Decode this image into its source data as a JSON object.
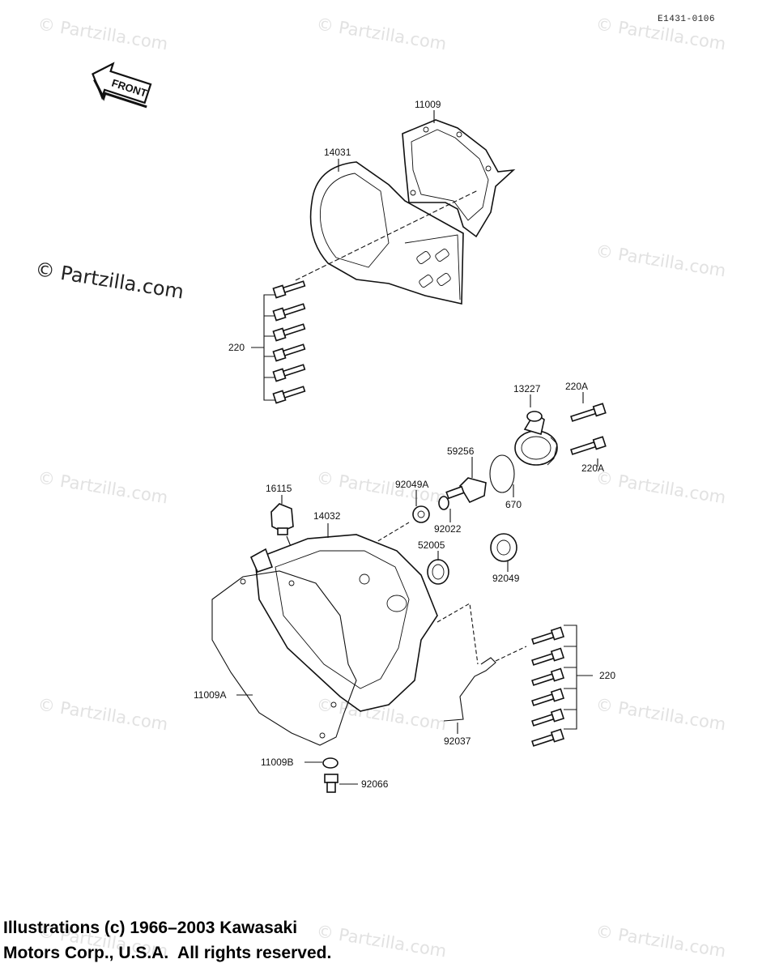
{
  "diagram_code": "E1431-0106",
  "front_label": "FRONT",
  "watermark": "© Partzilla.com",
  "main_watermark": "© Partzilla.com",
  "parts": {
    "p11009": "11009",
    "p14031": "14031",
    "p220_top": "220",
    "p13227": "13227",
    "p220A_top": "220A",
    "p220A_bottom": "220A",
    "p59256": "59256",
    "p16115": "16115",
    "p92049A": "92049A",
    "p14032": "14032",
    "p92022": "92022",
    "p670": "670",
    "p52005": "52005",
    "p92049": "92049",
    "p220_bottom": "220",
    "p11009A": "11009A",
    "p92037": "92037",
    "p11009B": "11009B",
    "p92066": "92066"
  },
  "copyright_line1": "Illustrations (c) 1966–2003 Kawasaki",
  "copyright_line2": "Motors Corp., U.S.A.  All rights reserved."
}
